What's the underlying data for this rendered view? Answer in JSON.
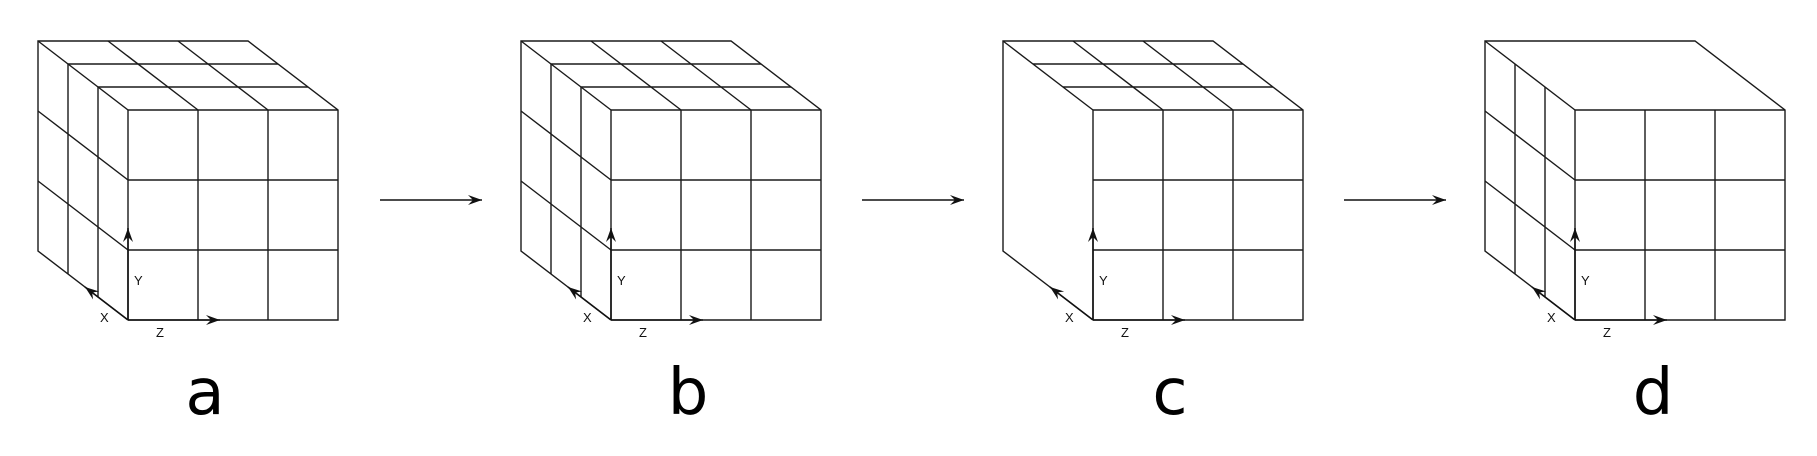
{
  "panels": [
    {
      "label": "a",
      "split": "all"
    },
    {
      "label": "b",
      "split": "x"
    },
    {
      "label": "c",
      "split": "z"
    },
    {
      "label": "d",
      "split": "y"
    }
  ],
  "axes": {
    "x": "X",
    "y": "Y",
    "z": "Z"
  }
}
